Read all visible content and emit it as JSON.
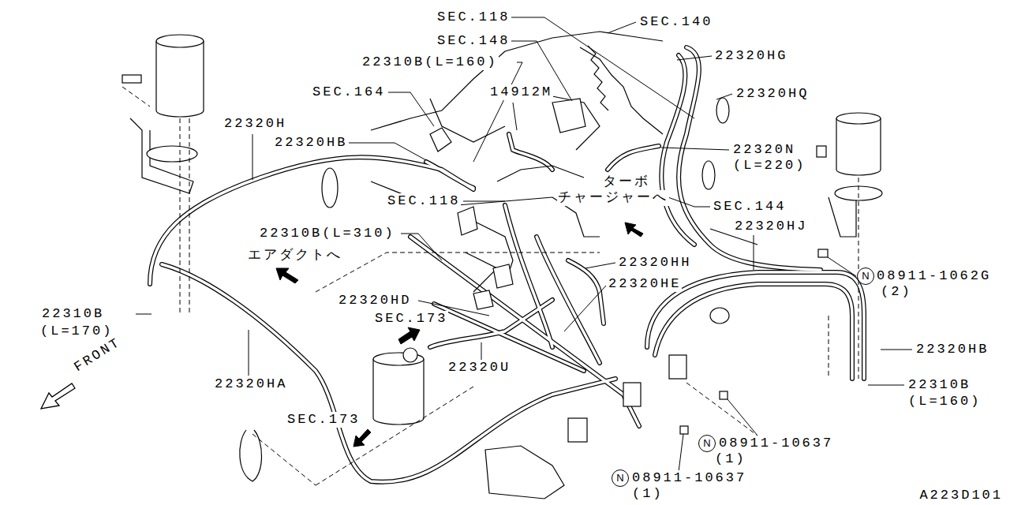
{
  "diagram": {
    "nodes": [
      {
        "text": [
          "N"
        ]
      },
      {
        "text": [
          "N"
        ]
      },
      {
        "text": [
          "N"
        ]
      }
    ],
    "labels": [
      "SEC.118",
      "SEC.140",
      "SEC.148",
      "22320HG",
      "22310B(L=160)",
      "SEC.164",
      "14912M",
      "22320HQ",
      "22320H",
      "22320HB",
      "22320N",
      "(L=220)",
      "SEC.118",
      "ターボ",
      "チャージャーへ",
      "SEC.144",
      "22320HJ",
      "22310B(L=310)",
      "22320HH",
      "エアダクトへ",
      "22320HE",
      "22320HD",
      "SEC.173",
      "22310B",
      "(L=170)",
      "22320U",
      "22320HB",
      "22310B",
      "(L=160)",
      "22320HA",
      "FRONT",
      "SEC.173",
      "08911-10637",
      "(1)",
      "08911-10637",
      "(1)",
      "08911-1062G",
      "(2)",
      "A223D101"
    ]
  }
}
